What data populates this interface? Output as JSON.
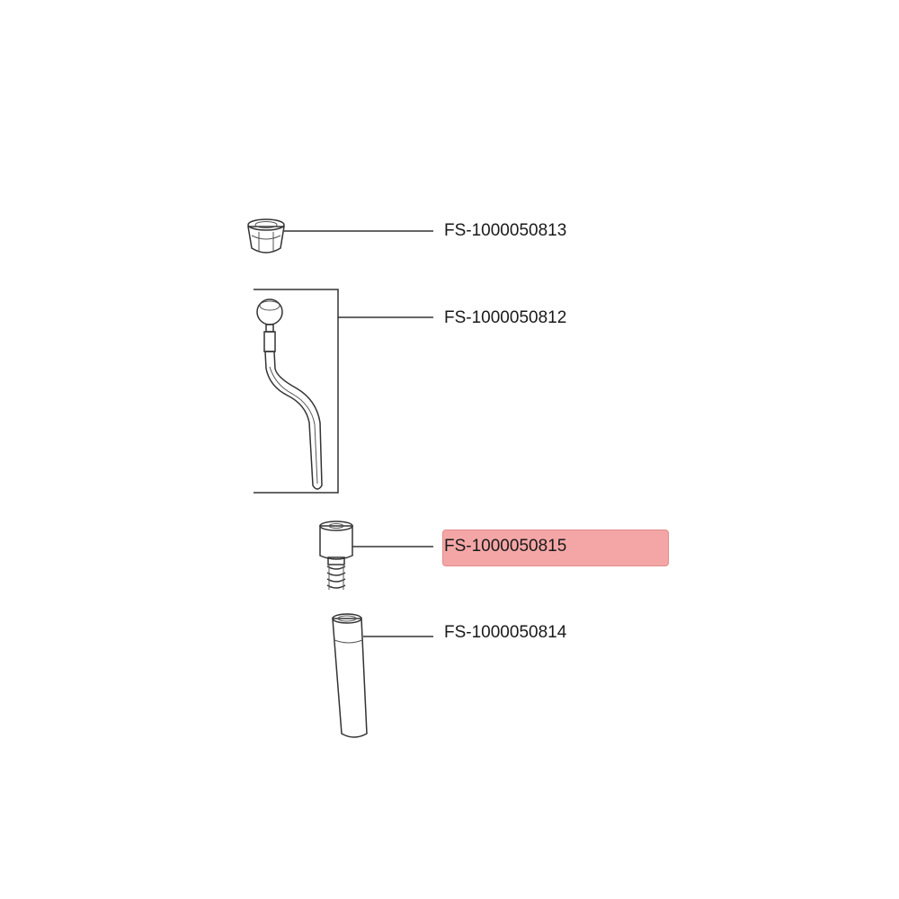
{
  "parts": [
    {
      "id": "cap",
      "part_number": "FS-1000050813",
      "highlighted": false
    },
    {
      "id": "steam-wand",
      "part_number": "FS-1000050812",
      "highlighted": false
    },
    {
      "id": "valve-insert",
      "part_number": "FS-1000050815",
      "highlighted": true
    },
    {
      "id": "tube-sleeve",
      "part_number": "FS-1000050814",
      "highlighted": false
    }
  ],
  "colors": {
    "highlight_fill": "#f4a6a6",
    "highlight_border": "#e08a8a",
    "line": "#333333",
    "background": "#ffffff"
  }
}
